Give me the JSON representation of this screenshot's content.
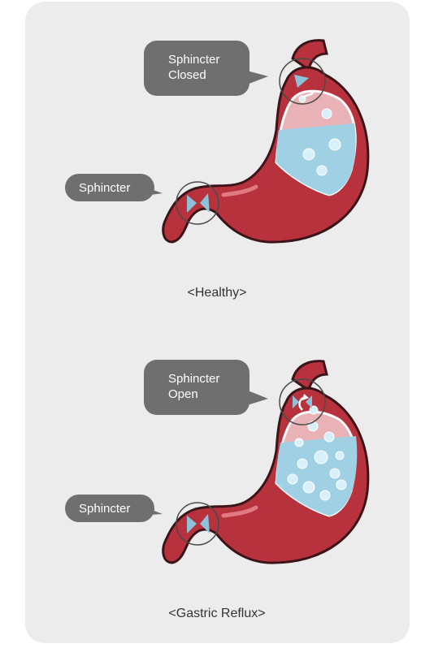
{
  "colors": {
    "background": "#ececec",
    "stomach": "#b8323d",
    "stomach_highlight": "#e07b84",
    "outline": "#3a1418",
    "fluid": "#9fd0e3",
    "bubble": "#6f6f6f"
  },
  "panels": [
    {
      "caption": "<Healthy>",
      "top_label_line1": "Sphincter",
      "top_label_line2": "Closed",
      "bottom_label": "Sphincter",
      "top_sphincter_state": "closed",
      "bubble_count": 5
    },
    {
      "caption": "<Gastric Reflux>",
      "top_label_line1": "Sphincter",
      "top_label_line2": "Open",
      "bottom_label": "Sphincter",
      "top_sphincter_state": "open",
      "bubble_count": 12
    }
  ]
}
